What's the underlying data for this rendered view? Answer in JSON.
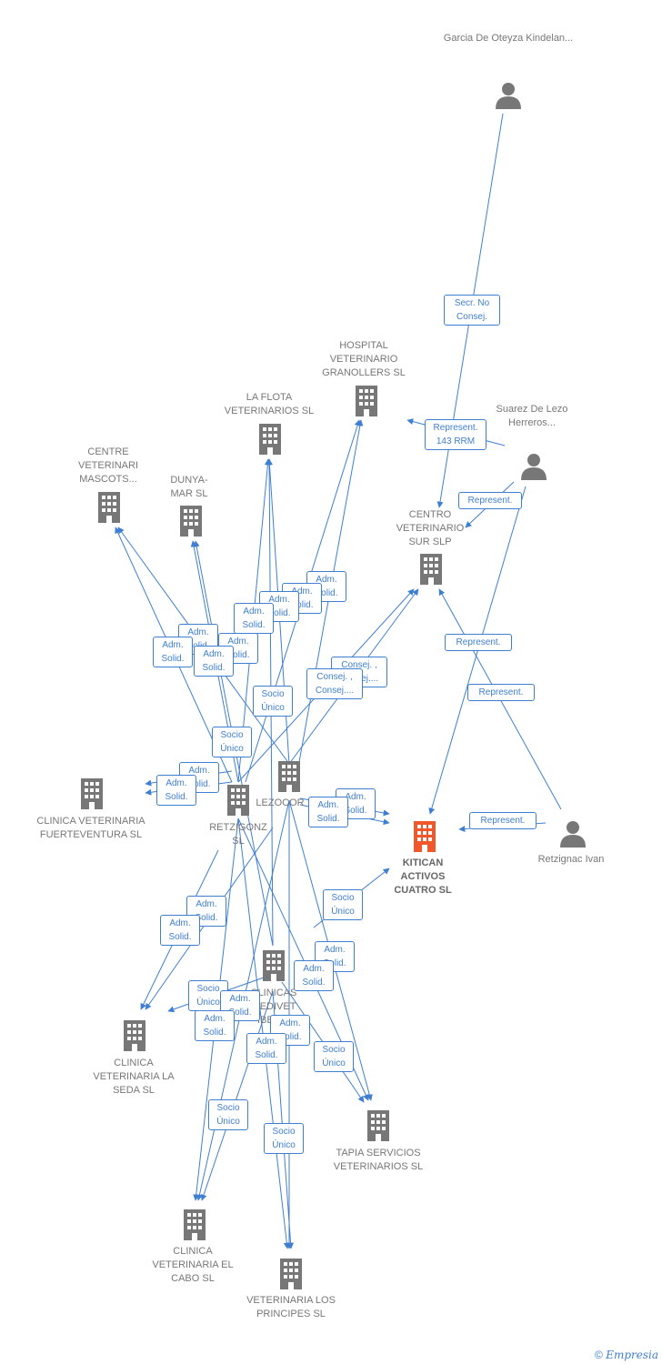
{
  "nodes": {
    "garcia": "Garcia De Oteyza Kindelan...",
    "suarez": "Suarez De Lezo Herreros...",
    "retzignac": "Retzignac Ivan",
    "hospital": "HOSPITAL VETERINARIO GRANOLLERS SL",
    "laflota": "LA FLOTA VETERINARIOS SL",
    "centre": "CENTRE VETERINARI MASCOTS...",
    "dunya": "DUNYA-MAR SL",
    "centro": "CENTRO VETERINARIO SUR SLP",
    "fuerte": "CLINICA VETERINARIA FUERTEVENTURA SL",
    "lezocor": "LEZOCOR",
    "retzigonz": "RETZIGONZ SL",
    "kitican": "KITICAN ACTIVOS CUATRO SL",
    "clinicas": "CLINICAS MEDIVET IBERIA",
    "laseda": "CLINICA VETERINARIA LA SEDA SL",
    "tapia": "TAPIA SERVICIOS VETERINARIOS SL",
    "elcabo": "CLINICA VETERINARIA EL CABO SL",
    "principes": "VETERINARIA LOS PRINCIPES SL"
  },
  "badges": {
    "secr": "Secr. No Consej.",
    "rep143": "Represent. 143 RRM",
    "rep": "Represent.",
    "adm": "Adm. Solid.",
    "socio": "Socio Único",
    "consej": "Consej. , Consej...."
  },
  "footer": {
    "copyright": "©",
    "brand": "Empresia"
  },
  "colors": {
    "edge": "#3f7fd1",
    "node": "#777777",
    "focus": "#f0572a"
  }
}
